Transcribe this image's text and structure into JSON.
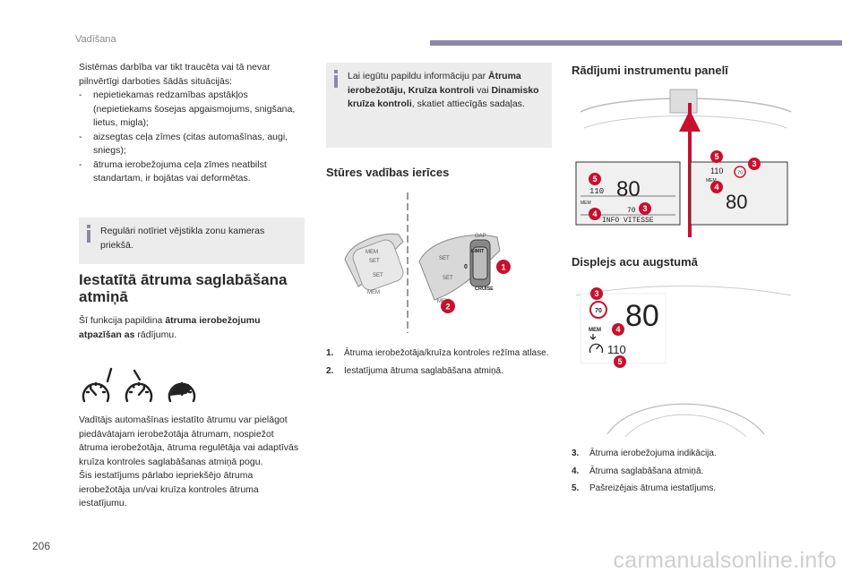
{
  "header": {
    "section": "Vadīšana"
  },
  "page_number": "206",
  "watermark": "carmanualsonline.info",
  "col1": {
    "intro": "Sistēmas darbība var tikt traucēta vai tā nevar pilnvērtīgi darboties šādās situācijās:",
    "bullets": [
      "nepietiekamas redzamības apstākļos (nepietiekams šosejas apgaismojums, snigšana, lietus, migla);",
      "aizsegtas ceļa zīmes (citas automašīnas, augi, sniegs);",
      "ātruma ierobežojuma ceļa zīmes neatbilst standartam, ir bojātas vai deformētas."
    ],
    "tip": "Regulāri notīriet vējstikla zonu kameras priekšā.",
    "heading": "Iestatītā ātruma saglabāšana atmiņā",
    "para1_pre": "Šī funkcija papildina ",
    "para1_bold": "ātruma ierobežojumu atpazīšan as",
    "para1_post": " rādījumu.",
    "para2": "Vadītājs automašīnas iestatīto ātrumu var pielāgot piedāvātajam ierobežotāja ātrumam, nospiežot ātruma ierobežotāja, ātruma regulētāja vai adaptīvās kruīza kontroles saglabāšanas atmiņā pogu.",
    "para3": "Šis iestatījums pārlabo iepriekšējo ātruma ierobežotāja un/vai kruīza kontroles ātruma iestatījumu."
  },
  "col2": {
    "info_pre": "Lai iegūtu papildu informāciju par ",
    "info_bold1": "Ātruma ierobežotāju",
    "info_sep": ", ",
    "info_bold2": "Kruīza kontroli",
    "info_mid": " vai ",
    "info_bold3": "Dinamisko kruīza kontroli",
    "info_post": ", skatiet attiecīgās sadaļas.",
    "heading": "Stūres vadības ierīces",
    "list": [
      {
        "num": "1.",
        "text": "Ātruma ierobežotāja/kruīza kontroles režīma atlase."
      },
      {
        "num": "2.",
        "text": "Iestatījuma ātruma saglabāšana atmiņā."
      }
    ],
    "figure": {
      "stalk_upper": [
        "MEM",
        "SET",
        "SET",
        "MEM"
      ],
      "stalk_lower": [
        "LIMIT",
        "CRUISE",
        "0",
        "MEM",
        "SET",
        "SET",
        "OAP"
      ],
      "badges": [
        "1",
        "2"
      ]
    }
  },
  "col3": {
    "heading1": "Rādījumi instrumentu panelī",
    "heading2": "Displejs acu augstumā",
    "list": [
      {
        "num": "3.",
        "text": "Ātruma ierobežojuma indikācija."
      },
      {
        "num": "4.",
        "text": "Ātruma saglabāšana atmiņā."
      },
      {
        "num": "5.",
        "text": "Pašreizējais ātruma iestatījums."
      }
    ],
    "cluster": {
      "left_speed": "80",
      "left_small": "110",
      "left_mem": "MEM",
      "left_limit": "70",
      "left_info": "INFO VITESSE",
      "right_small": "110",
      "right_limit": "70",
      "right_mem": "MEM",
      "right_speed": "80",
      "badges": [
        "5",
        "3",
        "4",
        "4",
        "3",
        "5"
      ]
    },
    "hud": {
      "speed": "80",
      "limit": "70",
      "mem": "MEM",
      "small": "110",
      "badges": [
        "3",
        "4",
        "5"
      ]
    }
  },
  "colors": {
    "accent": "#8e86a8",
    "badge": "#c8102e",
    "info_bg": "#ececec"
  }
}
